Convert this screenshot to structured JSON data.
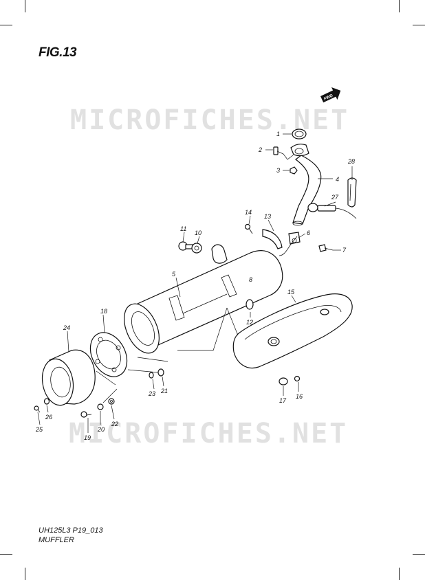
{
  "figure": {
    "title": "FIG.13",
    "direction_badge": "FWD"
  },
  "watermark": "MICROFICHES.NET",
  "footer": {
    "code": "UH125L3 P19_013",
    "section": "MUFFLER"
  },
  "callouts": [
    "1",
    "2",
    "3",
    "4",
    "5",
    "6",
    "7",
    "8",
    "10",
    "11",
    "12",
    "13",
    "14",
    "15",
    "16",
    "17",
    "18",
    "19",
    "20",
    "21",
    "22",
    "23",
    "24",
    "25",
    "26",
    "27",
    "28"
  ]
}
